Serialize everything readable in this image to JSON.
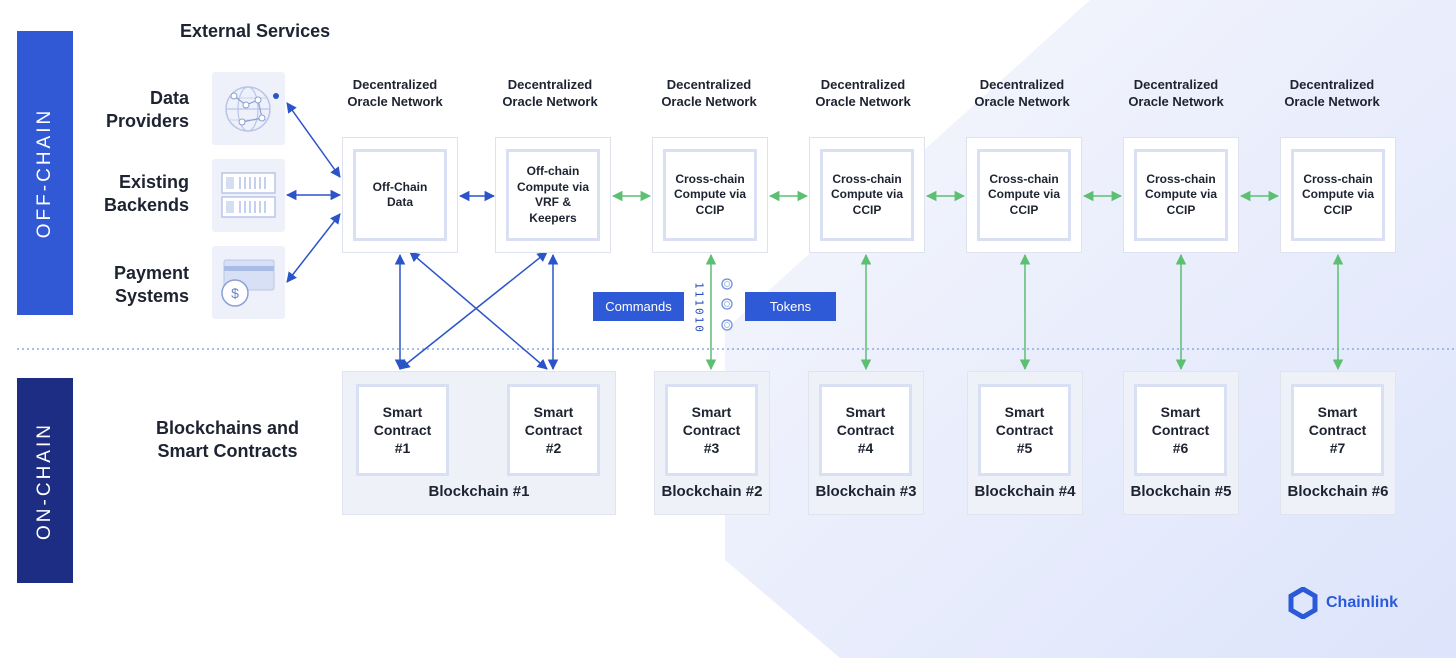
{
  "side_labels": {
    "off_chain": "OFF-CHAIN",
    "on_chain": "ON-CHAIN"
  },
  "external_services": {
    "title": "External Services",
    "sources": [
      {
        "line1": "Data",
        "line2": "Providers",
        "icon": "globe-network-icon"
      },
      {
        "line1": "Existing",
        "line2": "Backends",
        "icon": "server-rack-icon"
      },
      {
        "line1": "Payment",
        "line2": "Systems",
        "icon": "payment-card-icon"
      }
    ]
  },
  "oracle_networks": [
    {
      "header_line1": "Decentralized",
      "header_line2": "Oracle Network",
      "lines": [
        "Off-Chain",
        "Data"
      ]
    },
    {
      "header_line1": "Decentralized",
      "header_line2": "Oracle Network",
      "lines": [
        "Off-chain",
        "Compute via",
        "VRF &",
        "Keepers"
      ]
    },
    {
      "header_line1": "Decentralized",
      "header_line2": "Oracle Network",
      "lines": [
        "Cross-chain",
        "Compute via",
        "CCIP"
      ]
    },
    {
      "header_line1": "Decentralized",
      "header_line2": "Oracle Network",
      "lines": [
        "Cross-chain",
        "Compute via",
        "CCIP"
      ]
    },
    {
      "header_line1": "Decentralized",
      "header_line2": "Oracle Network",
      "lines": [
        "Cross-chain",
        "Compute via",
        "CCIP"
      ]
    },
    {
      "header_line1": "Decentralized",
      "header_line2": "Oracle Network",
      "lines": [
        "Cross-chain",
        "Compute via",
        "CCIP"
      ]
    },
    {
      "header_line1": "Decentralized",
      "header_line2": "Oracle Network",
      "lines": [
        "Cross-chain",
        "Compute via",
        "CCIP"
      ]
    }
  ],
  "onchain_section": {
    "line1": "Blockchains and",
    "line2": "Smart Contracts"
  },
  "blockchains": [
    {
      "name": "Blockchain #1",
      "contracts": [
        [
          "Smart",
          "Contract",
          "#1"
        ],
        [
          "Smart",
          "Contract",
          "#2"
        ]
      ]
    },
    {
      "name": "Blockchain #2",
      "contracts": [
        [
          "Smart",
          "Contract",
          "#3"
        ]
      ]
    },
    {
      "name": "Blockchain #3",
      "contracts": [
        [
          "Smart",
          "Contract",
          "#4"
        ]
      ]
    },
    {
      "name": "Blockchain #4",
      "contracts": [
        [
          "Smart",
          "Contract",
          "#5"
        ]
      ]
    },
    {
      "name": "Blockchain #5",
      "contracts": [
        [
          "Smart",
          "Contract",
          "#6"
        ]
      ]
    },
    {
      "name": "Blockchain #6",
      "contracts": [
        [
          "Smart",
          "Contract",
          "#7"
        ]
      ]
    }
  ],
  "ccip_messages": {
    "commands": "Commands",
    "tokens": "Tokens",
    "binary": "111010"
  },
  "brand": {
    "name": "Chainlink",
    "icon": "chainlink-hexagon-icon"
  },
  "colors": {
    "off_chain_bar": "#3159d6",
    "on_chain_bar": "#1c2d83",
    "data_arrow": "#2b54c9",
    "ccip_arrow": "#5cbf72",
    "brand": "#2a5ada"
  }
}
